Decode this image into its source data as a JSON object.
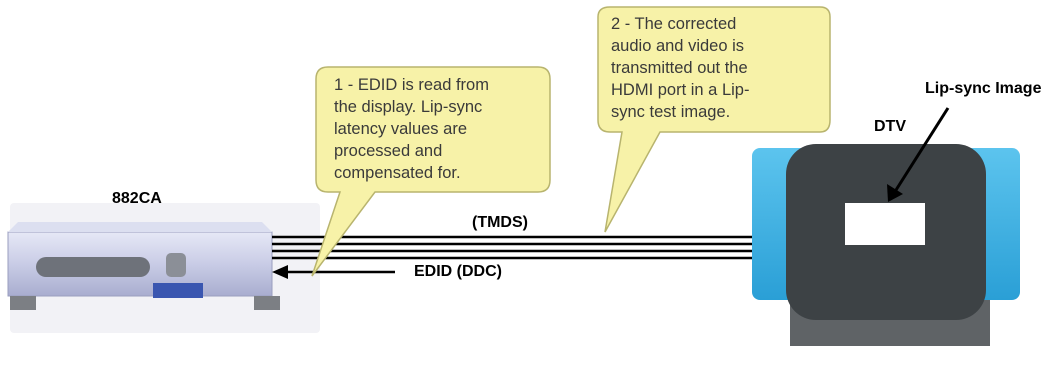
{
  "devices": {
    "source": {
      "label": "882CA"
    },
    "display": {
      "label": "DTV",
      "image_label": "Lip-sync Image"
    }
  },
  "links": {
    "tmds_label": "(TMDS)",
    "edid_label": "EDID (DDC)"
  },
  "callouts": [
    {
      "lines": [
        "1 - EDID is read from",
        "the display. Lip-sync",
        "latency values are",
        "processed and",
        "compensated for."
      ]
    },
    {
      "lines": [
        "2 - The corrected",
        "audio and video is",
        "transmitted out the",
        "HDMI port in a Lip-",
        "sync test image."
      ]
    }
  ],
  "colors": {
    "callout_fill": "#f7f2a8",
    "callout_stroke": "#b8b46e",
    "device_body": "#c8cbe4",
    "dtv_frame": "#33a9dd",
    "dtv_screen": "#3c4144"
  }
}
